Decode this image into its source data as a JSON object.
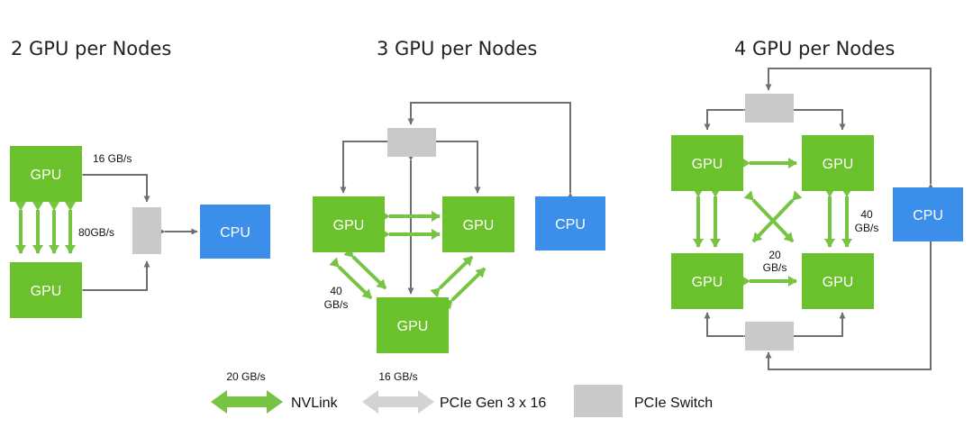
{
  "titles": {
    "two_gpu": "2 GPU per Nodes",
    "three_gpu": "3 GPU per Nodes",
    "four_gpu": "4 GPU per Nodes"
  },
  "labels": {
    "gpu": "GPU",
    "cpu": "CPU"
  },
  "bandwidth": {
    "two_pcie": "16 GB/s",
    "two_nvlink": "80GB/s",
    "three_nvlink_line1": "40",
    "three_nvlink_line2": "GB/s",
    "four_nvlink_side_line1": "40",
    "four_nvlink_side_line2": "GB/s",
    "four_nvlink_mid_line1": "20",
    "four_nvlink_mid_line2": "GB/s"
  },
  "legend": {
    "nvlink_speed": "20 GB/s",
    "nvlink_label": "NVLink",
    "pcie_speed": "16 GB/s",
    "pcie_label": "PCIe Gen 3 x 16",
    "switch_label": "PCIe Switch"
  },
  "colors": {
    "gpu": "#6bc12c",
    "cpu": "#3b8fea",
    "switch": "#c9c9c9",
    "nvlink": "#76c442",
    "pcie_legend": "#d3d3d3",
    "connector": "#6f6f6f"
  }
}
